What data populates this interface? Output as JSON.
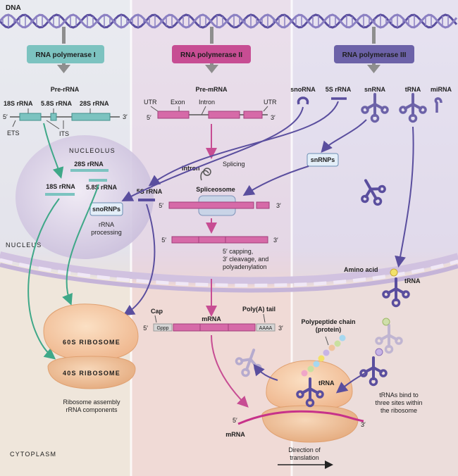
{
  "dna_label": "DNA",
  "polymerases": {
    "pol1": {
      "label": "RNA polymerase I",
      "color": "#7cc3c0"
    },
    "pol2": {
      "label": "RNA polymerase II",
      "color": "#c74d93"
    },
    "pol3": {
      "label": "RNA polymerase III",
      "color": "#6c62a8"
    }
  },
  "pol1": {
    "title": "Pre-rRNA",
    "rna18s": "18S rRNA",
    "rna58s": "5.8S rRNA",
    "rna28s": "28S rRNA",
    "five": "5′",
    "three": "3′",
    "ets": "ETS",
    "its": "ITS"
  },
  "nucleolus": {
    "label": "NUCLEOLUS",
    "rna28s": "28S rRNA",
    "rna18s": "18S rRNA",
    "rna58s": "5.8S rRNA",
    "snornps": "snoRNPs",
    "processing": [
      "rRNA",
      "processing"
    ]
  },
  "nucleus_label": "NUCLEUS",
  "cytoplasm_label": "CYTOPLASM",
  "pol2": {
    "title": "Pre-mRNA",
    "utr_left": "UTR",
    "exon": "Exon",
    "intron": "Intron",
    "utr_right": "UTR",
    "five": "5′",
    "three": "3′",
    "splicing": "Splicing",
    "intron_label": "Intron",
    "spliceosome": "Spliceosome",
    "processing": [
      "5′ capping,",
      "3′ cleavage, and",
      "polyadenylation"
    ],
    "cap": "Cap",
    "polya": "Poly(A) tail",
    "mrna": "mRNA",
    "gppp": "Gppp",
    "aaaa": "AAAA"
  },
  "pol3": {
    "snorna": "snoRNA",
    "rna5s": "5S rRNA",
    "snrna": "snRNA",
    "trna": "tRNA",
    "mirna": "miRNA",
    "snrnps": "snRNPs"
  },
  "left_5s": "5S rRNA",
  "ribosome": {
    "large": "60S RIBOSOME",
    "small": "40S RIBOSOME",
    "assembly": [
      "Ribosome assembly",
      "rRNA components"
    ]
  },
  "translation": {
    "amino_acid": "Amino acid",
    "trna_charged": "tRNA",
    "polypeptide": [
      "Polypeptide chain",
      "(protein)"
    ],
    "trna_inside": "tRNA",
    "bind": [
      "tRNAs bind to",
      "three sites within",
      "the ribosome"
    ],
    "mrna": "mRNA",
    "five": "5′",
    "three": "3′",
    "direction": [
      "Direction of",
      "translation"
    ]
  }
}
